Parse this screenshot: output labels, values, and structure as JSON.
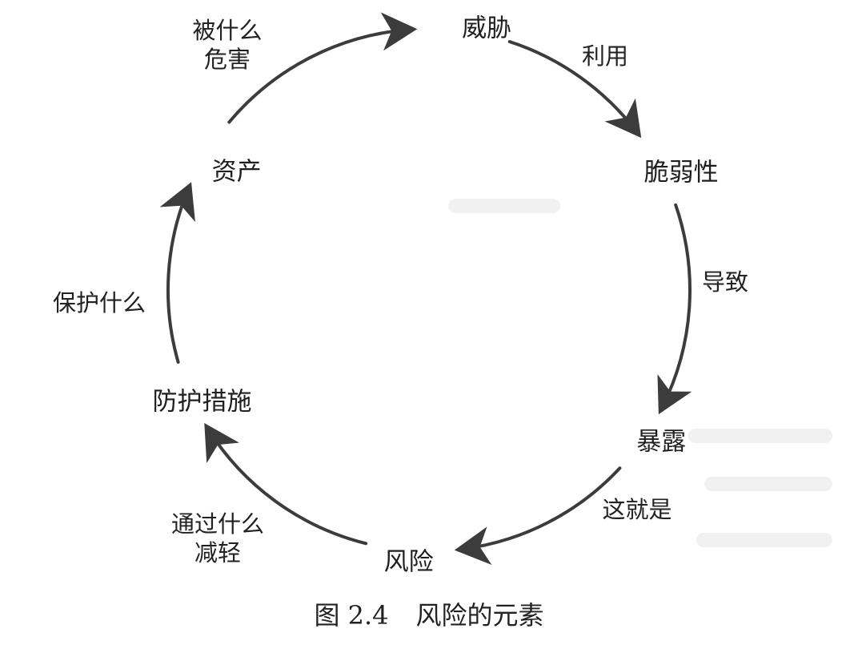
{
  "diagram": {
    "nodes": [
      {
        "id": "threat",
        "label": "威胁"
      },
      {
        "id": "vulnerability",
        "label": "脆弱性"
      },
      {
        "id": "exposure",
        "label": "暴露"
      },
      {
        "id": "risk",
        "label": "风险"
      },
      {
        "id": "safeguard",
        "label": "防护措施"
      },
      {
        "id": "asset",
        "label": "资产"
      }
    ],
    "edges": [
      {
        "from": "threat",
        "to": "vulnerability",
        "label": [
          "利用"
        ]
      },
      {
        "from": "vulnerability",
        "to": "exposure",
        "label": [
          "导致"
        ]
      },
      {
        "from": "exposure",
        "to": "risk",
        "label": [
          "这就是"
        ]
      },
      {
        "from": "risk",
        "to": "safeguard",
        "label": [
          "通过什么",
          "减轻"
        ]
      },
      {
        "from": "safeguard",
        "to": "asset",
        "label": [
          "保护什么"
        ]
      },
      {
        "from": "asset",
        "to": "threat",
        "label": [
          "被什么",
          "危害"
        ]
      }
    ],
    "colors": {
      "line": "#3c3c3c",
      "text": "#1f1f1f"
    }
  },
  "caption": {
    "number": "图 2.4",
    "title": "风险的元素"
  }
}
